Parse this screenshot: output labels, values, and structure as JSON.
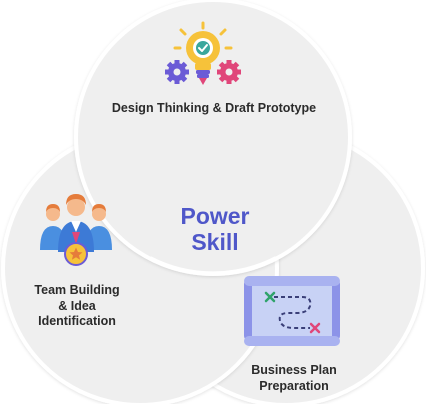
{
  "center": {
    "title": "Power\nSkill"
  },
  "circles": [
    {
      "label": "Design Thinking & Draft Prototype",
      "icon": "lightbulb-gears-icon"
    },
    {
      "label": "Team Building\n& Idea\nIdentification",
      "icon": "team-award-icon"
    },
    {
      "label": "Business Plan\nPreparation",
      "icon": "treasure-map-icon"
    }
  ],
  "colors": {
    "circle_fill": "#efefef",
    "circle_stroke": "#ffffff",
    "accent_text": "#4f57c9",
    "bulb_yellow": "#f6c23a",
    "gear_purple": "#6b5bd6",
    "gear_pink": "#e0467a",
    "map_blue": "#c8d2f5",
    "map_roll": "#8c93e8"
  }
}
